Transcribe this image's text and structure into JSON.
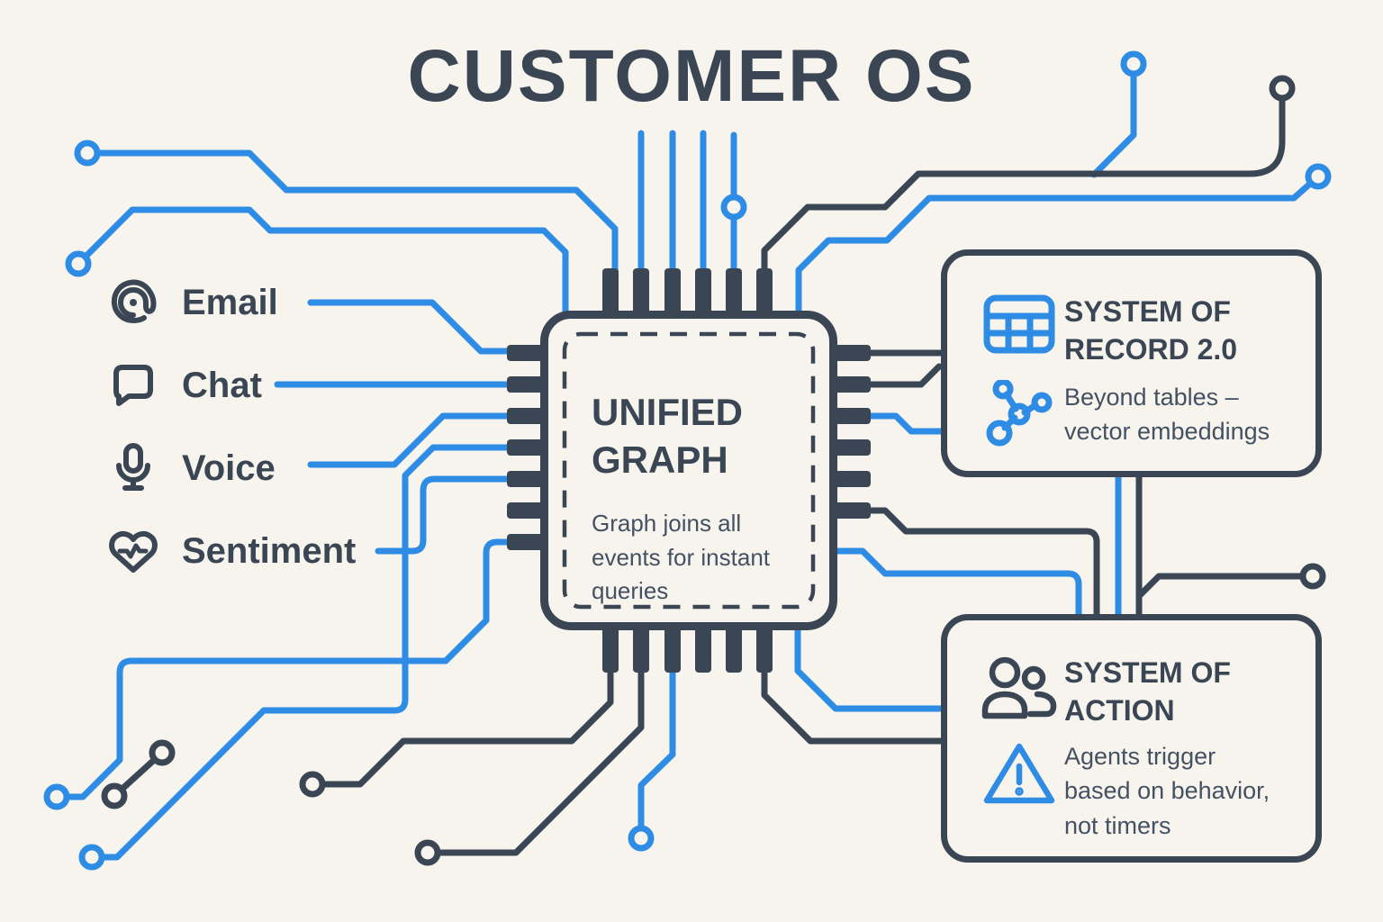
{
  "title": "CUSTOMER OS",
  "colors": {
    "background": "#f7f4ee",
    "dark_trace": "#3b4654",
    "blue_trace": "#2f8ce4",
    "body_text": "#445163"
  },
  "channels": {
    "items": [
      {
        "label": "Email",
        "icon": "at-icon"
      },
      {
        "label": "Chat",
        "icon": "chat-bubble-icon"
      },
      {
        "label": "Voice",
        "icon": "microphone-icon"
      },
      {
        "label": "Sentiment",
        "icon": "heart-pulse-icon"
      }
    ]
  },
  "chip": {
    "title_line1": "UNIFIED",
    "title_line2": "GRAPH",
    "description": "Graph joins all events for instant queries"
  },
  "record_box": {
    "title_line1": "SYSTEM OF",
    "title_line2": "RECORD 2.0",
    "description_line1": "Beyond tables –",
    "description_line2": "vector embeddings",
    "icons": [
      "table-icon",
      "graph-nodes-icon"
    ]
  },
  "action_box": {
    "title_line1": "SYSTEM OF",
    "title_line2": "ACTION",
    "description_line1": "Agents trigger",
    "description_line2": "based on behavior,",
    "description_line3": "not timers",
    "icons": [
      "people-icon",
      "warning-triangle-icon"
    ]
  }
}
